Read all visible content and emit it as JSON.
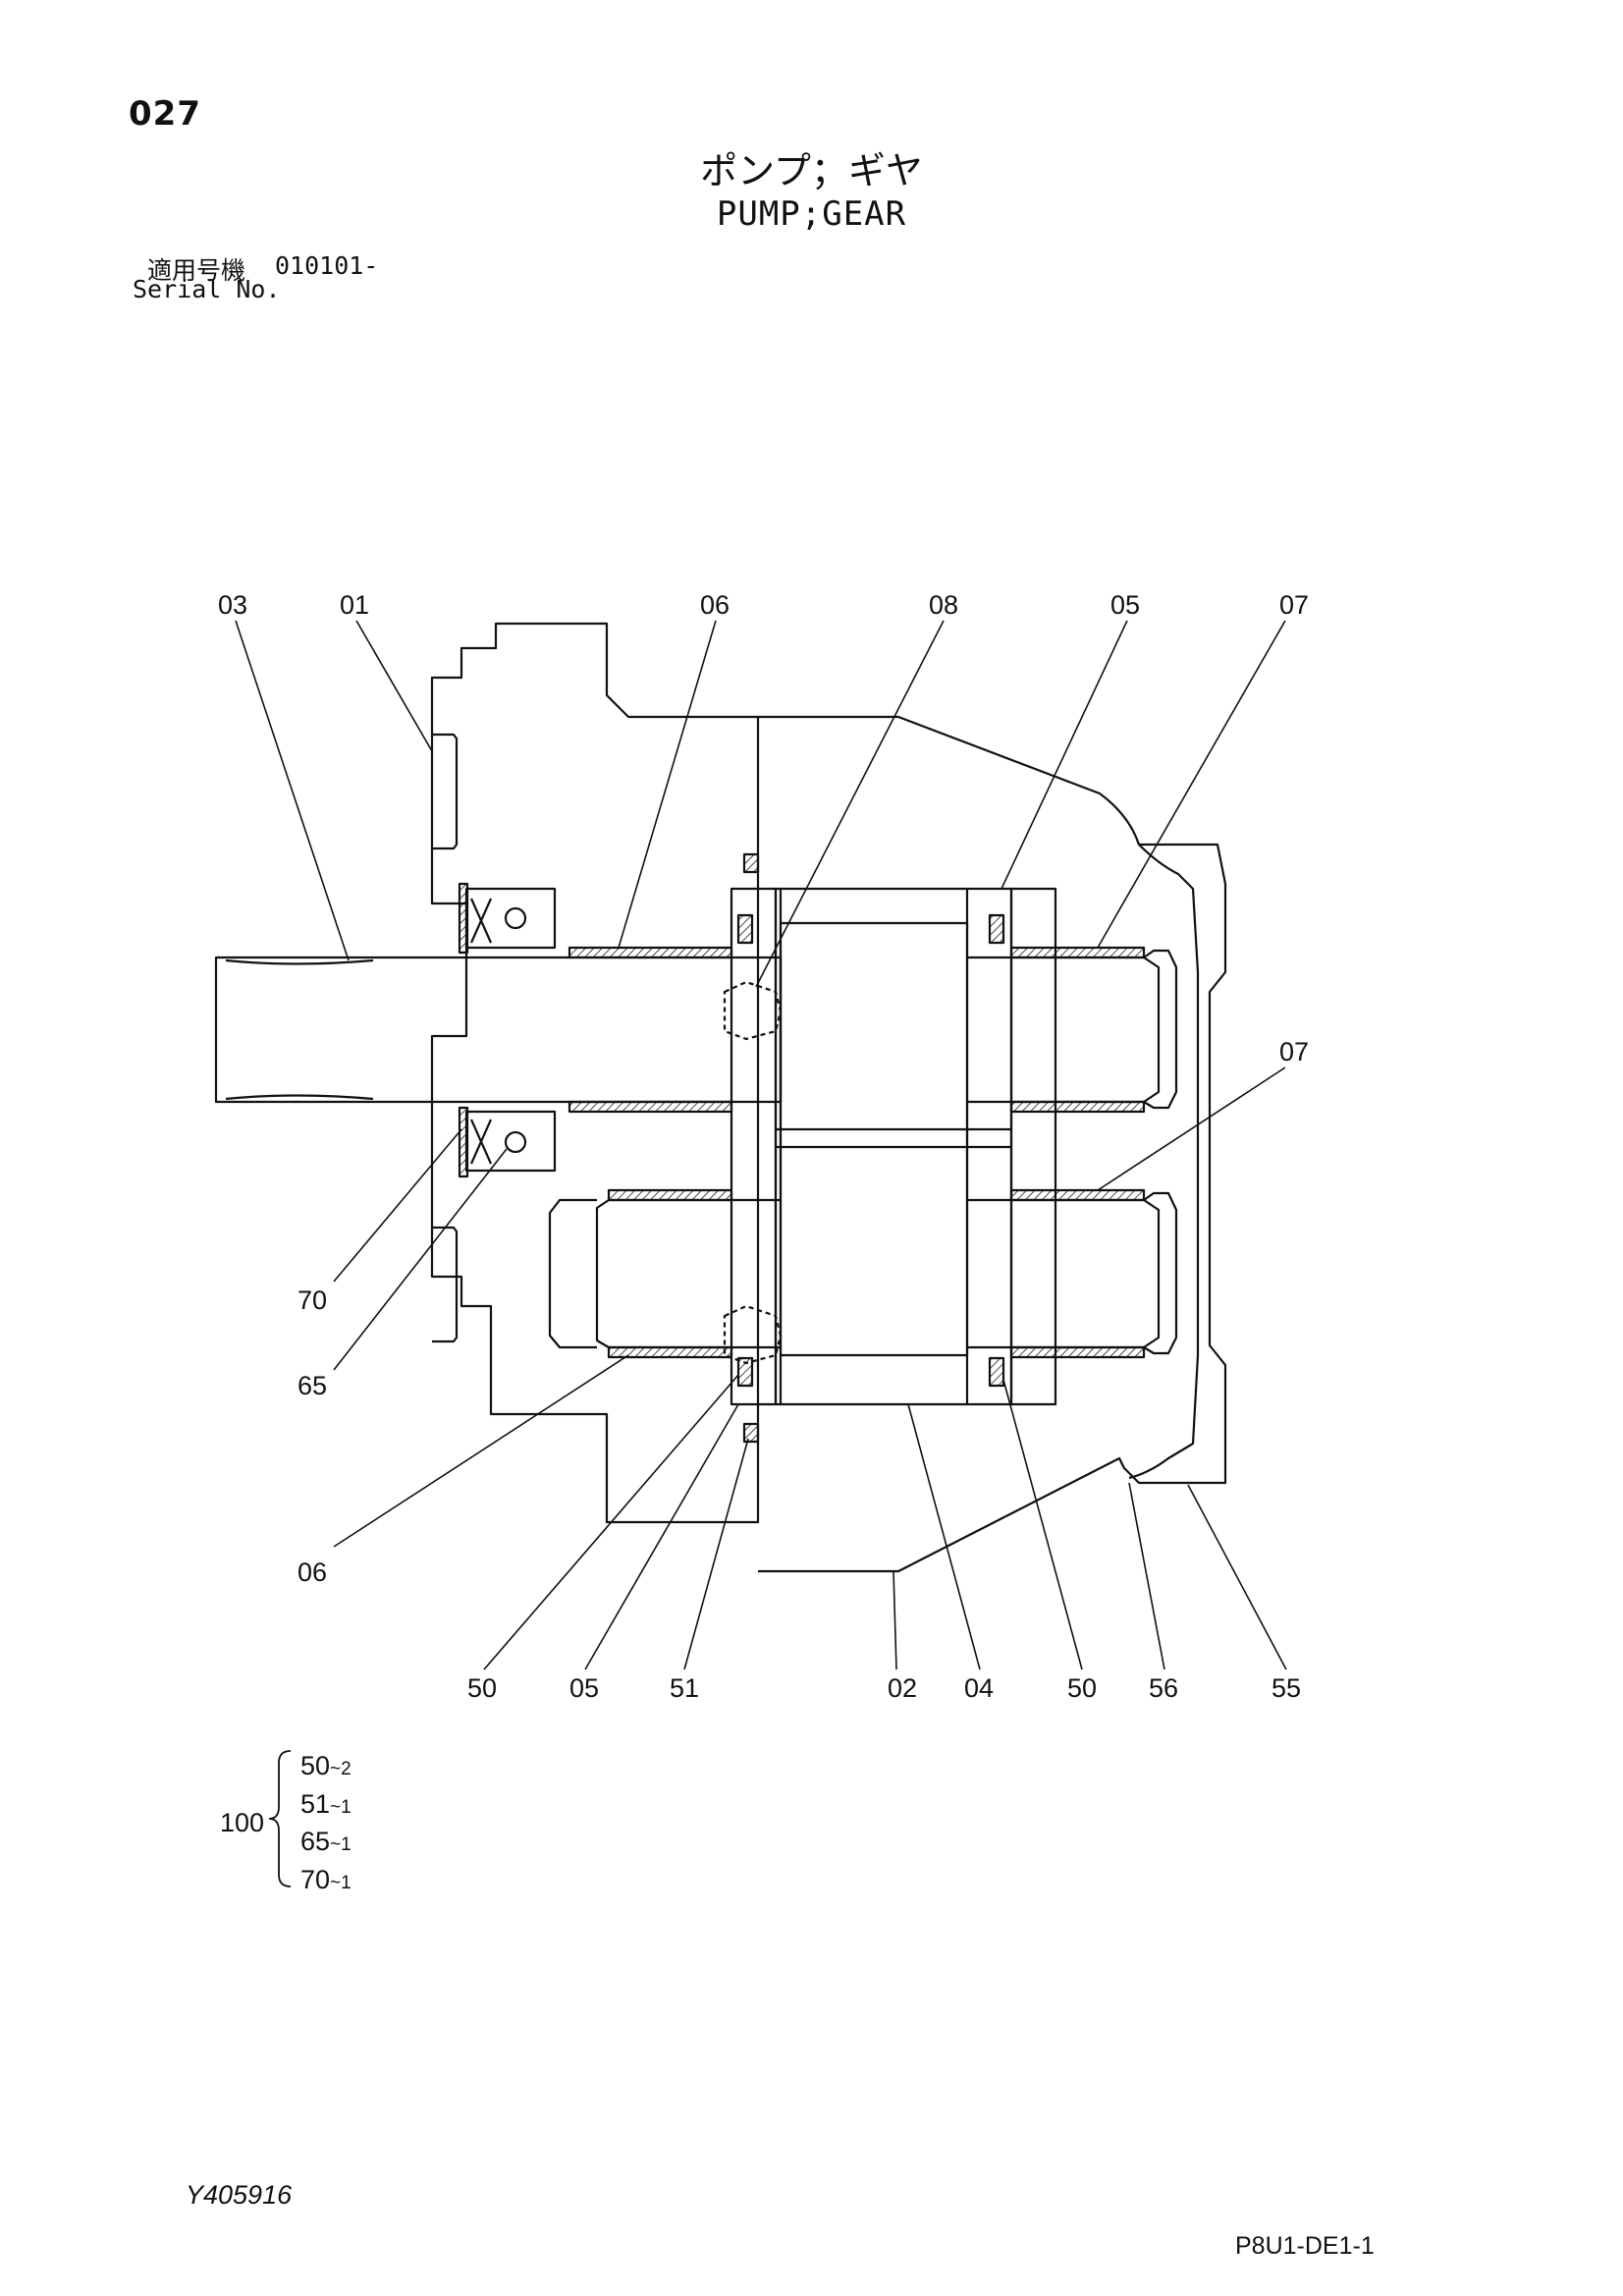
{
  "header": {
    "page_number": "027",
    "title_ja": "ポンプ；ギヤ",
    "title_en": "PUMP;GEAR",
    "serial_label_ja": "適用号機",
    "serial_value": "010101-",
    "serial_label_en": "Serial No."
  },
  "callouts": {
    "top": [
      "03",
      "01",
      "06",
      "08",
      "05",
      "07"
    ],
    "right": [
      "07"
    ],
    "left": [
      "70",
      "65",
      "06"
    ],
    "bottom": [
      "50",
      "05",
      "51",
      "02",
      "04",
      "50",
      "56",
      "55"
    ]
  },
  "kit": {
    "number": "100",
    "items": [
      {
        "part": "50",
        "qty": "~2"
      },
      {
        "part": "51",
        "qty": "~1"
      },
      {
        "part": "65",
        "qty": "~1"
      },
      {
        "part": "70",
        "qty": "~1"
      }
    ]
  },
  "footer": {
    "doc_id": "Y405916",
    "page_code": "P8U1-DE1-1"
  },
  "colors": {
    "ink": "#111111",
    "paper": "#ffffff"
  }
}
